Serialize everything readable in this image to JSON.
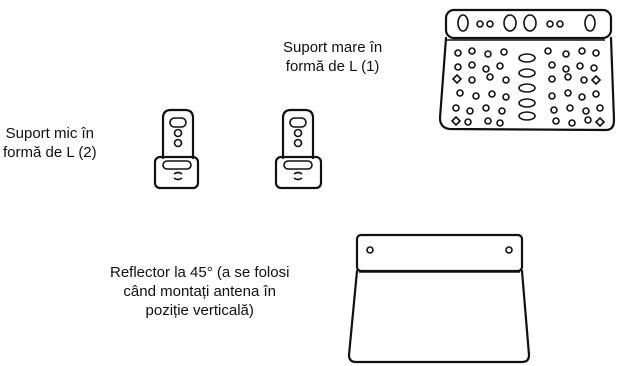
{
  "labels": {
    "large_bracket": [
      "Suport mare în",
      "formă de L (1)"
    ],
    "small_bracket": [
      "Suport mic în",
      "formă de L (2)"
    ],
    "reflector": [
      "Reflector la 45° (a se folosi",
      "când montați antena în",
      "poziție verticală)"
    ]
  }
}
